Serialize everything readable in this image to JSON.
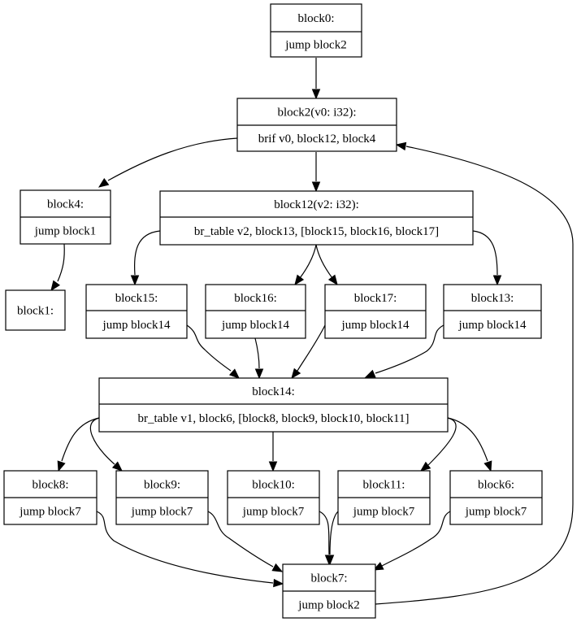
{
  "nodes": [
    {
      "id": "block0",
      "header": "block0:",
      "body": "jump block2"
    },
    {
      "id": "block2",
      "header": "block2(v0: i32):",
      "body": "brif v0, block12, block4"
    },
    {
      "id": "block4",
      "header": "block4:",
      "body": "jump block1"
    },
    {
      "id": "block1",
      "header": "block1:",
      "body": ""
    },
    {
      "id": "block12",
      "header": "block12(v2: i32):",
      "body": "br_table v2, block13, [block15, block16, block17]"
    },
    {
      "id": "block15",
      "header": "block15:",
      "body": "jump block14"
    },
    {
      "id": "block16",
      "header": "block16:",
      "body": "jump block14"
    },
    {
      "id": "block17",
      "header": "block17:",
      "body": "jump block14"
    },
    {
      "id": "block13",
      "header": "block13:",
      "body": "jump block14"
    },
    {
      "id": "block14",
      "header": "block14:",
      "body": "br_table v1, block6, [block8, block9, block10, block11]"
    },
    {
      "id": "block8",
      "header": "block8:",
      "body": "jump block7"
    },
    {
      "id": "block9",
      "header": "block9:",
      "body": "jump block7"
    },
    {
      "id": "block10",
      "header": "block10:",
      "body": "jump block7"
    },
    {
      "id": "block11",
      "header": "block11:",
      "body": "jump block7"
    },
    {
      "id": "block6",
      "header": "block6:",
      "body": "jump block7"
    },
    {
      "id": "block7",
      "header": "block7:",
      "body": "jump block2"
    }
  ],
  "edges": [
    {
      "from": "block0",
      "to": "block2"
    },
    {
      "from": "block2",
      "to": "block4"
    },
    {
      "from": "block2",
      "to": "block12"
    },
    {
      "from": "block4",
      "to": "block1"
    },
    {
      "from": "block12",
      "to": "block15"
    },
    {
      "from": "block12",
      "to": "block16"
    },
    {
      "from": "block12",
      "to": "block17"
    },
    {
      "from": "block12",
      "to": "block13"
    },
    {
      "from": "block15",
      "to": "block14"
    },
    {
      "from": "block16",
      "to": "block14"
    },
    {
      "from": "block17",
      "to": "block14"
    },
    {
      "from": "block13",
      "to": "block14"
    },
    {
      "from": "block14",
      "to": "block8"
    },
    {
      "from": "block14",
      "to": "block9"
    },
    {
      "from": "block14",
      "to": "block10"
    },
    {
      "from": "block14",
      "to": "block11"
    },
    {
      "from": "block14",
      "to": "block6"
    },
    {
      "from": "block8",
      "to": "block7"
    },
    {
      "from": "block9",
      "to": "block7"
    },
    {
      "from": "block10",
      "to": "block7"
    },
    {
      "from": "block11",
      "to": "block7"
    },
    {
      "from": "block6",
      "to": "block7"
    },
    {
      "from": "block7",
      "to": "block2"
    }
  ]
}
